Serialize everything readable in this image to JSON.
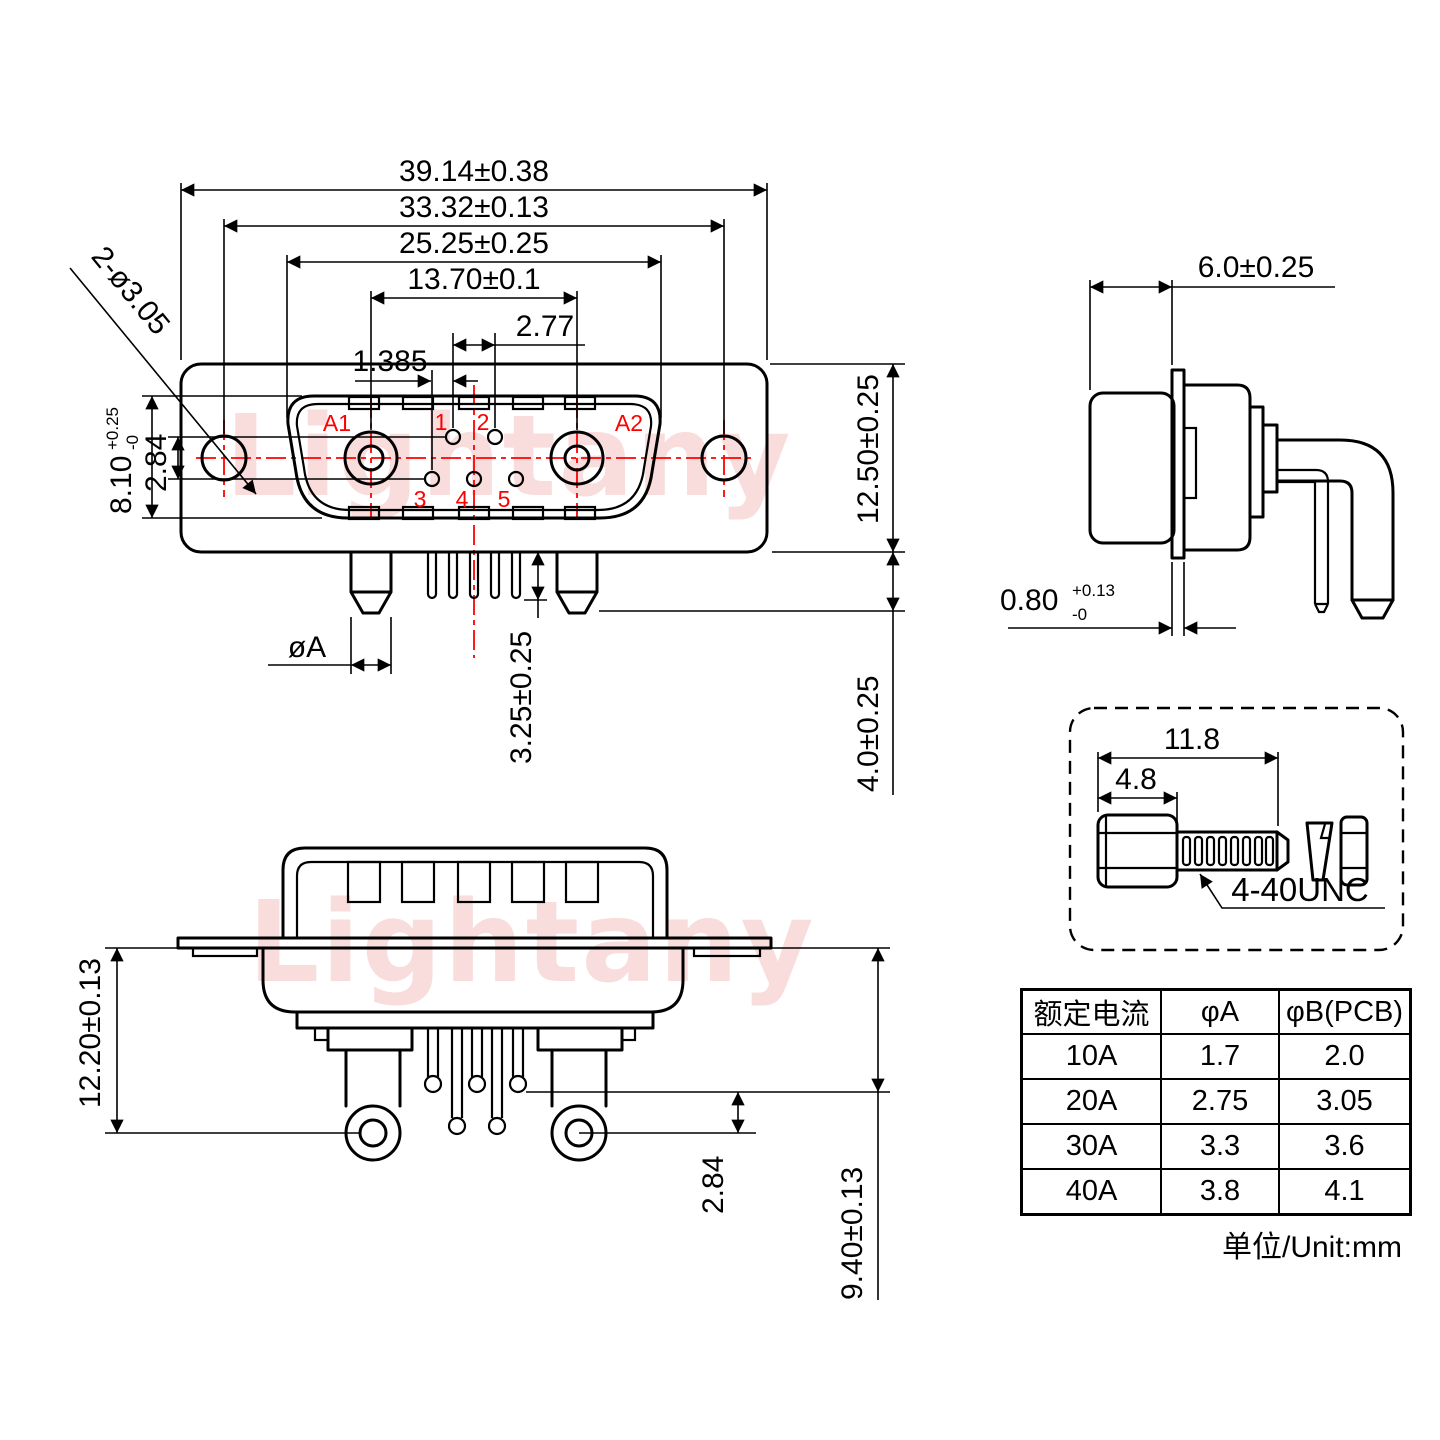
{
  "watermark": {
    "text": "Lightany"
  },
  "front_view": {
    "dims": {
      "overall_width": "39.14±0.38",
      "mount_hole_spacing": "33.32±0.13",
      "shell_width": "25.25±0.25",
      "power_contact_spacing": "13.70±0.1",
      "signal_pin_pitch": "2.77",
      "signal_pin_half_pitch": "1.385",
      "mount_holes": "2-ø3.05",
      "shell_height_value": "8.10",
      "shell_height_tol_upper": "+0.25",
      "shell_height_tol_lower": "-0",
      "pin_row_offset": "2.84",
      "flange_height": "12.50±0.25",
      "power_pin_length": "4.0±0.25",
      "signal_pin_length": "3.25±0.25",
      "power_pin_diameter_label": "øA"
    },
    "contact_labels": {
      "a1": "A1",
      "a2": "A2",
      "p1": "1",
      "p2": "2",
      "p3": "3",
      "p4": "4",
      "p5": "5"
    }
  },
  "side_view": {
    "dims": {
      "face_to_flange": "6.0±0.25",
      "flange_thickness_value": "0.80",
      "flange_thickness_tol_upper": "+0.13",
      "flange_thickness_tol_lower": "-0"
    }
  },
  "bottom_view": {
    "dims": {
      "flange_to_power_pin": "12.20±0.13",
      "pin_row_offset": "2.84",
      "flange_to_signal_pin": "9.40±0.13"
    }
  },
  "screw_detail": {
    "dims": {
      "overall_length": "11.8",
      "head_length": "4.8"
    },
    "thread_label": "4-40UNC"
  },
  "spec_table": {
    "headers": [
      "额定电流",
      "φA",
      "φB(PCB)"
    ],
    "rows": [
      [
        "10A",
        "1.7",
        "2.0"
      ],
      [
        "20A",
        "2.75",
        "3.05"
      ],
      [
        "30A",
        "3.3",
        "3.6"
      ],
      [
        "40A",
        "3.8",
        "4.1"
      ]
    ],
    "unit_note": "单位/Unit:mm"
  },
  "colors": {
    "line": "#000000",
    "accent_red": "#ff0000",
    "watermark_pink": "#e97878"
  }
}
